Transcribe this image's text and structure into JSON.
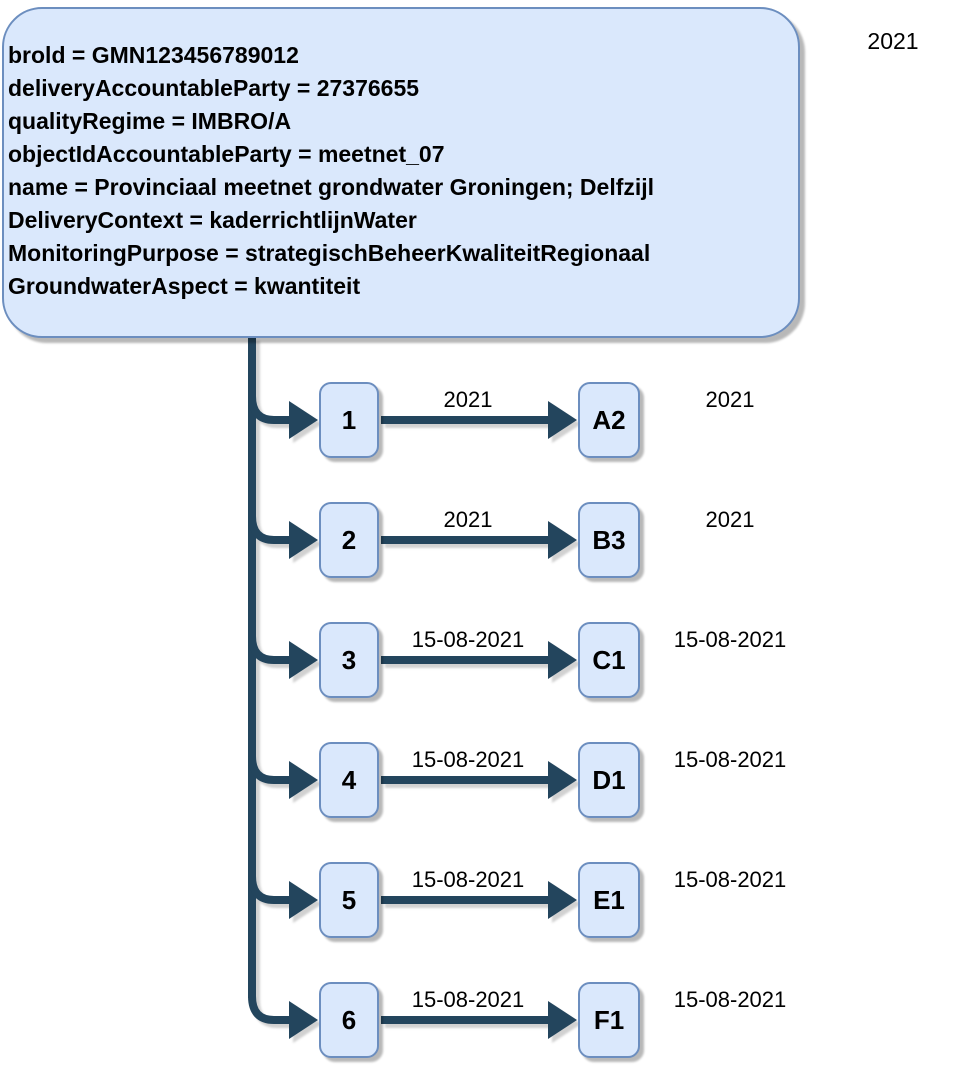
{
  "diagram": {
    "header_box": {
      "lines": [
        "brold = GMN123456789012",
        "deliveryAccountableParty = 27376655",
        "qualityRegime = IMBRO/A",
        "objectIdAccountableParty = meetnet_07",
        "name = Provinciaal meetnet grondwater Groningen; Delfzijl",
        "DeliveryContext = kaderrichtlijnWater",
        "MonitoringPurpose = strategischBeheerKwaliteitRegionaal",
        "GroundwaterAspect = kwantiteit"
      ]
    },
    "header_year_label": "2021",
    "rows": [
      {
        "source": "1",
        "edge_label": "2021",
        "target": "A2",
        "side_label": "2021"
      },
      {
        "source": "2",
        "edge_label": "2021",
        "target": "B3",
        "side_label": "2021"
      },
      {
        "source": "3",
        "edge_label": "15-08-2021",
        "target": "C1",
        "side_label": "15-08-2021"
      },
      {
        "source": "4",
        "edge_label": "15-08-2021",
        "target": "D1",
        "side_label": "15-08-2021"
      },
      {
        "source": "5",
        "edge_label": "15-08-2021",
        "target": "E1",
        "side_label": "15-08-2021"
      },
      {
        "source": "6",
        "edge_label": "15-08-2021",
        "target": "F1",
        "side_label": "15-08-2021"
      }
    ],
    "colors": {
      "node_fill": "#dae8fc",
      "node_border": "#6c8ebf",
      "connector": "#23455d"
    }
  }
}
